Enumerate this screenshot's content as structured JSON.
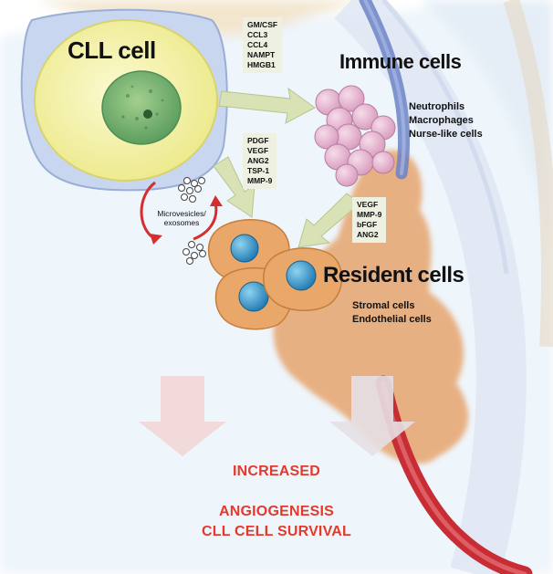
{
  "titles": {
    "cll_cell": "CLL cell",
    "immune_cells": "Immune cells",
    "resident_cells": "Resident cells"
  },
  "factors_cll_to_immune": [
    "GM/CSF",
    "CCL3",
    "CCL4",
    "NAMPT",
    "HMGB1"
  ],
  "factors_cll_to_resident": [
    "PDGF",
    "VEGF",
    "ANG2",
    "TSP-1",
    "MMP-9"
  ],
  "factors_immune_to_resident": [
    "VEGF",
    "MMP-9",
    "bFGF",
    "ANG2"
  ],
  "immune_cell_types": [
    "Neutrophils",
    "Macrophages",
    "Nurse-like cells"
  ],
  "resident_cell_types": [
    "Stromal cells",
    "Endothelial cells"
  ],
  "vesicles_label": [
    "Microvesicles/",
    "exosomes"
  ],
  "outcome": {
    "line1": "INCREASED",
    "line2": "ANGIOGENESIS",
    "line3": "CLL CELL SURVIVAL"
  },
  "colors": {
    "outcome_red": "#e23a2c",
    "cll_cytoplasm": "#f2f0a0",
    "nucleus": "#7fb87a",
    "immune_cell": "#e7b3cf",
    "resident_cell": "#e9a769",
    "arrow_green": "#d8e2b4"
  }
}
